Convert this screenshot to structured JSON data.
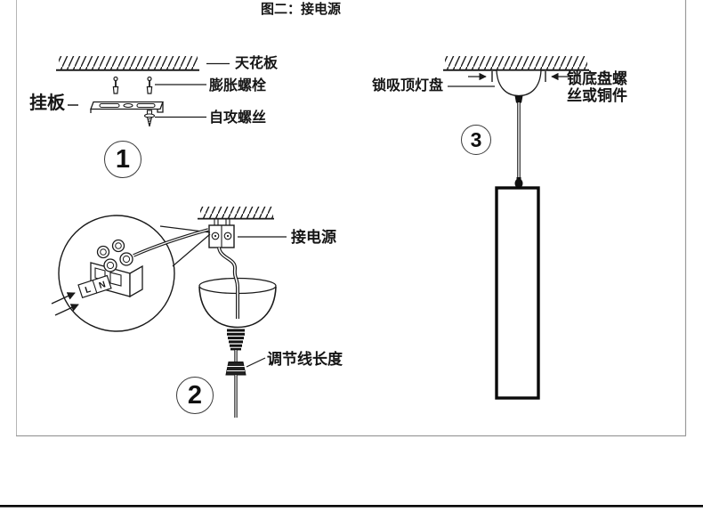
{
  "title": "图二：接电源",
  "steps": [
    {
      "number": "1",
      "labels": {
        "ceiling": "天花板",
        "expansion_bolt": "膨胀螺栓",
        "hanging_plate": "挂板",
        "self_tapping_screw": "自攻螺丝"
      }
    },
    {
      "number": "2",
      "labels": {
        "connect_power": "接电源",
        "adjust_wire_length": "调节线长度",
        "terminal_l": "L",
        "terminal_n": "N"
      }
    },
    {
      "number": "3",
      "labels": {
        "lock_ceiling_plate": "锁吸顶灯盘",
        "lock_base_screws_line1": "锁底盘螺",
        "lock_base_screws_line2": "丝或铜件"
      }
    }
  ],
  "colors": {
    "line": "#1a1a1a",
    "frame_border": "#9b9b9b",
    "divider_bar": "#000000",
    "background": "#ffffff"
  }
}
